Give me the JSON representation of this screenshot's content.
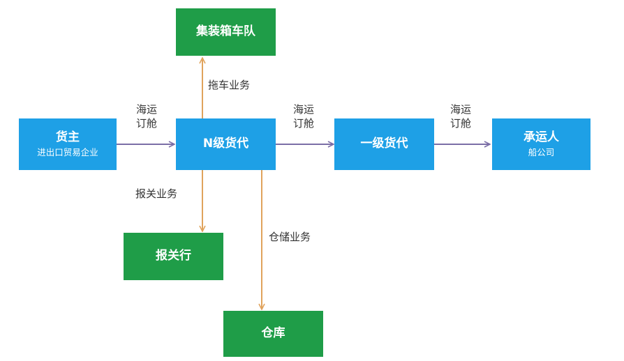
{
  "nodes": {
    "shipper": {
      "title": "货主",
      "sub": "进出口贸易企业"
    },
    "n_forwarder": {
      "title": "N级货代"
    },
    "first_forwarder": {
      "title": "一级货代"
    },
    "carrier": {
      "title": "承运人",
      "sub": "船公司"
    },
    "truck_fleet": {
      "title": "集装箱车队"
    },
    "customs_broker": {
      "title": "报关行"
    },
    "warehouse": {
      "title": "仓库"
    }
  },
  "edges": {
    "shipper_to_n": {
      "line1": "海运",
      "line2": "订舱"
    },
    "n_to_first": {
      "line1": "海运",
      "line2": "订舱"
    },
    "first_to_carrier": {
      "line1": "海运",
      "line2": "订舱"
    },
    "n_to_truck": {
      "label": "拖车业务"
    },
    "n_to_customs": {
      "label": "报关业务"
    },
    "n_to_warehouse": {
      "label": "仓储业务"
    }
  },
  "colors": {
    "blue_node": "#1ea0e6",
    "green_node": "#1f9d48",
    "purple_arrow": "#7b6ea6",
    "orange_arrow": "#e0a35c"
  }
}
